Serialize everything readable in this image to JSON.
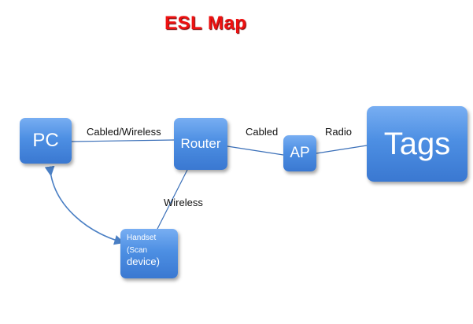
{
  "title": "ESL Map",
  "colors": {
    "title": "#ee1111",
    "node_fill": "#4d8fe3",
    "node_text": "#ffffff",
    "link": "#3a6fb8"
  },
  "nodes": {
    "pc": "PC",
    "router": "Router",
    "ap": "AP",
    "tags": "Tags",
    "handset": {
      "line1": "Handset",
      "line2": "(Scan",
      "line3": "device)"
    }
  },
  "edges": {
    "pc_router": "Cabled/Wireless",
    "router_ap": "Cabled",
    "ap_tags": "Radio",
    "router_handset": "Wireless"
  }
}
